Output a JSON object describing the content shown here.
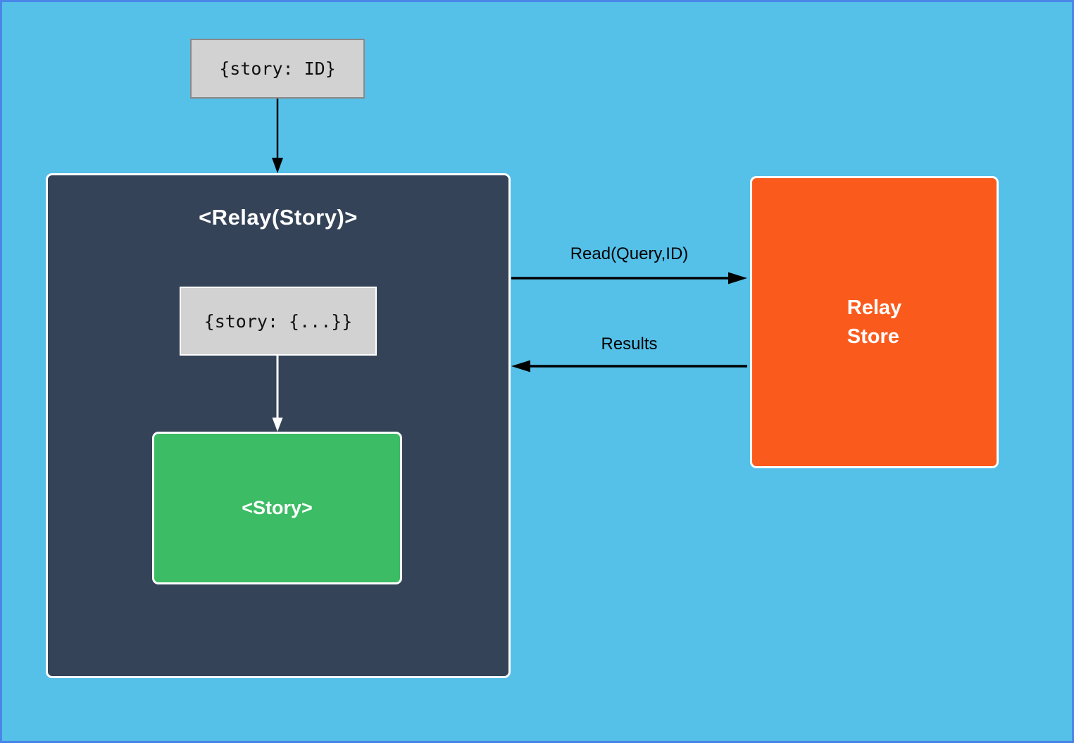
{
  "colors": {
    "canvas_bg": "#55c0e8",
    "page_border": "#4a86e8",
    "relay_bg": "#344357",
    "story_bg": "#3cbc64",
    "store_bg": "#fa5b1d",
    "props_bg": "#d2d2d2",
    "props_border": "#8a8a8a",
    "arrow_dark": "#000000",
    "arrow_light": "#ffffff"
  },
  "nodes": {
    "story_id_box": {
      "label": "{story: ID}"
    },
    "relay_container": {
      "title": "<Relay(Story)>"
    },
    "story_data_box": {
      "label": "{story: {...}}"
    },
    "story_box": {
      "label": "<Story>"
    },
    "store_box": {
      "line1": "Relay",
      "line2": "Store"
    }
  },
  "edges": {
    "read": {
      "label": "Read(Query,ID)"
    },
    "results": {
      "label": "Results"
    }
  }
}
